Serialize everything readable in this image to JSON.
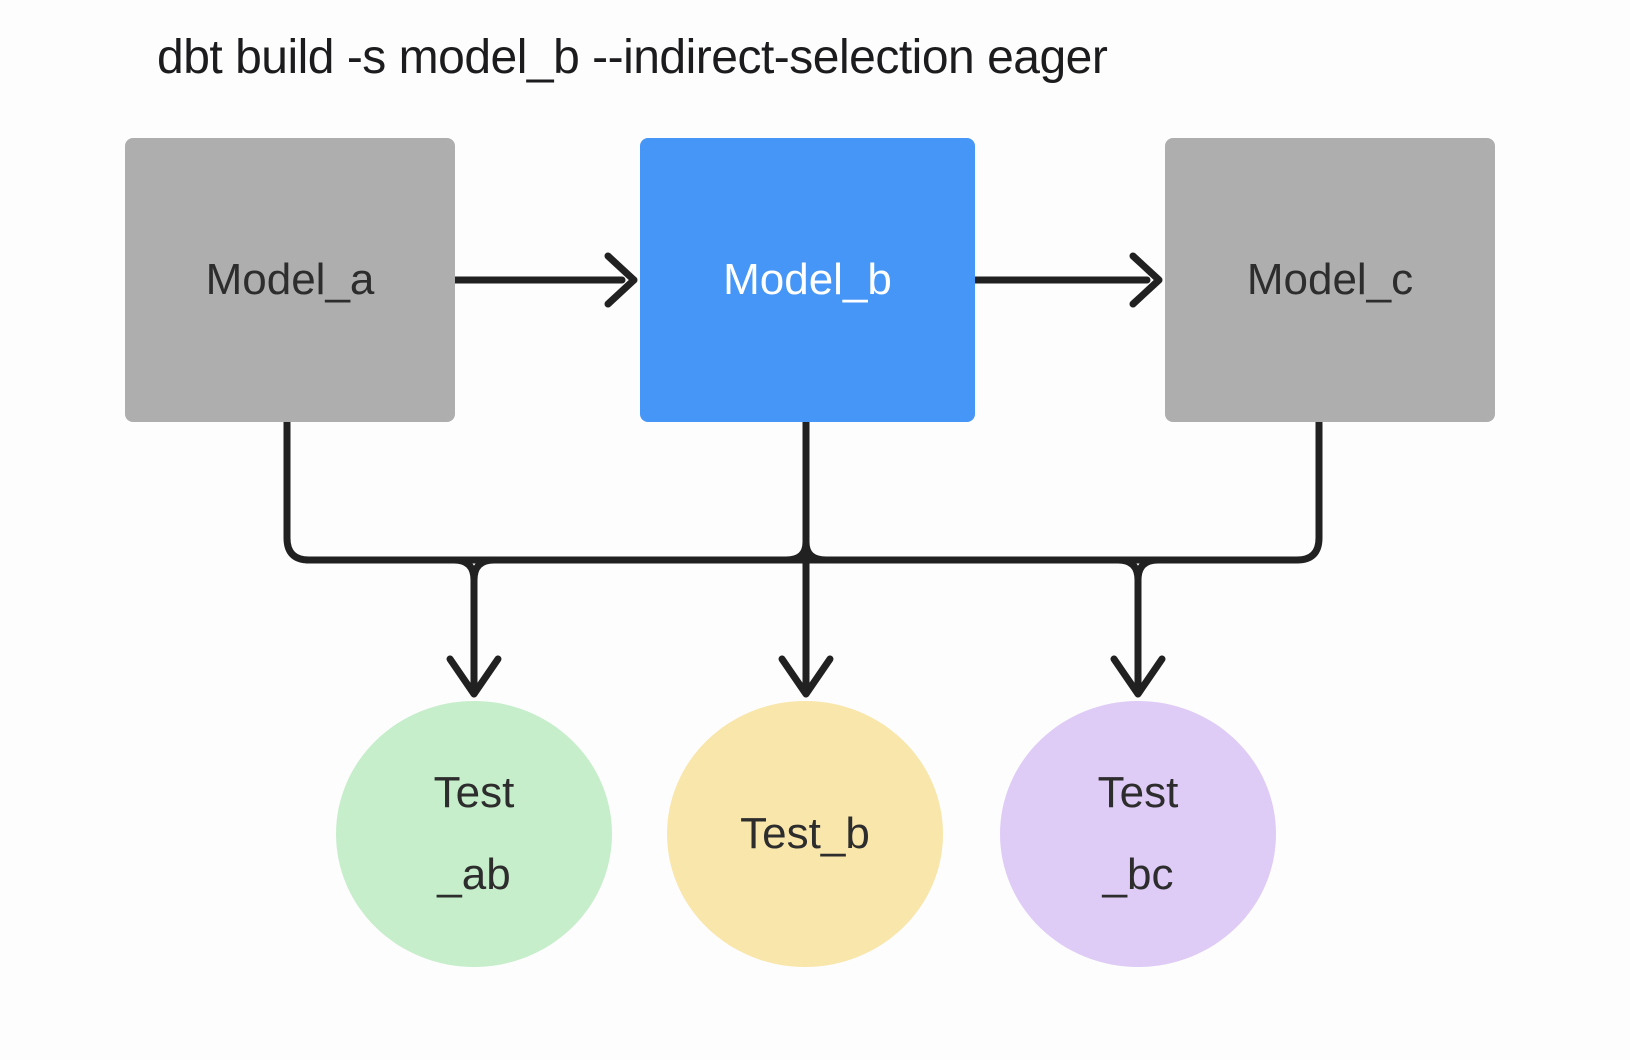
{
  "title": "dbt build -s model_b --indirect-selection eager",
  "colors": {
    "background": "#fdfdfd",
    "title_text": "#1c1c1e",
    "model_default_fill": "#aeaeae",
    "model_selected_fill": "#4596f6",
    "model_default_text": "#2d2d2d",
    "model_selected_text": "#ffffff",
    "edge_stroke": "#212121",
    "test_ab_fill": "#c6eecb",
    "test_b_fill": "#f9e6aa",
    "test_bc_fill": "#decbf6",
    "test_text": "#2d2d2d"
  },
  "diagram": {
    "models": {
      "a": {
        "label": "Model_a"
      },
      "b": {
        "label": "Model_b"
      },
      "c": {
        "label": "Model_c"
      }
    },
    "tests": {
      "ab": {
        "line1": "Test",
        "line2": "_ab"
      },
      "b": {
        "line1": "Test_b"
      },
      "bc": {
        "line1": "Test",
        "line2": "_bc"
      }
    }
  }
}
